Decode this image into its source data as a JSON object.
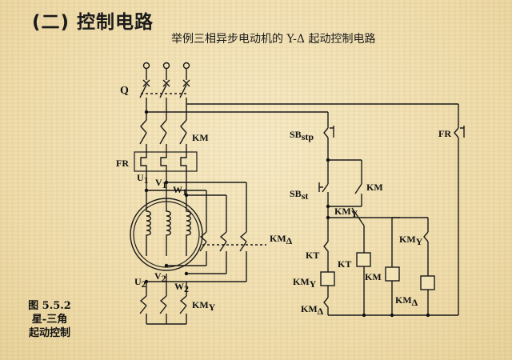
{
  "heading": "(二) 控制电路",
  "subtitle": "举例三相异步电动机的 Y-Δ 起动控制电路",
  "caption": {
    "line1": "图 5.5.2",
    "line2": "星-三角",
    "line3": "起动控制"
  },
  "labels": {
    "q": "Q",
    "km_main": "KM",
    "fr_power": "FR",
    "u1": "U",
    "u1_sub": "1",
    "v1": "V",
    "v1_sub": "1",
    "w1": "W",
    "w1_sub": "1",
    "u2": "U",
    "u2_sub": "2",
    "v2": "V",
    "v2_sub": "2",
    "w2": "W",
    "w2_sub": "2",
    "km_delta_contact": "KM",
    "km_delta_contact_sub": "Δ",
    "km_y_contact": "KM",
    "km_y_contact_sub": "Y",
    "sb_stp": "SB",
    "sb_stp_sub": "stp",
    "fr_ctrl": "FR",
    "sb_st": "SB",
    "sb_st_sub": "st",
    "km_hold": "KM",
    "km_y_nc": "KM",
    "km_y_nc_sub": "Y",
    "km_y_right": "KM",
    "km_y_right_sub": "Y",
    "kt_contact": "KT",
    "kt_coil": "KT",
    "km_coil": "KM",
    "km_y_coil": "KM",
    "km_y_coil_sub": "Y",
    "km_delta_coil": "KM",
    "km_delta_coil_sub": "Δ",
    "km_delta_nc": "KM",
    "km_delta_nc_sub": "Δ"
  }
}
